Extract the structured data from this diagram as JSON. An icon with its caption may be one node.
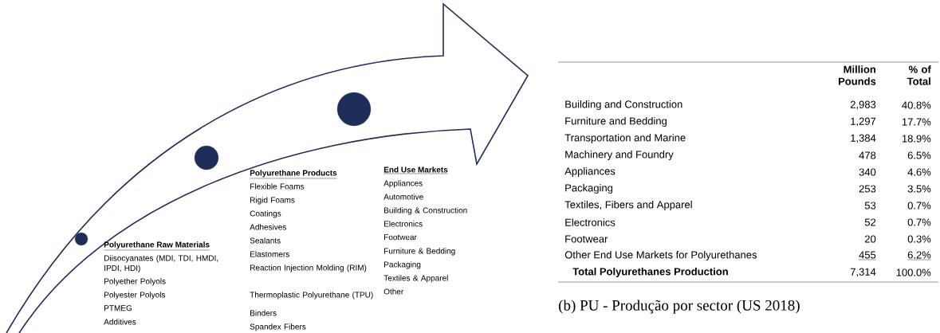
{
  "diagram": {
    "caption": "(b) PU - Produção por sector (US 2018)",
    "nodes": [
      {
        "text": [],
        "shape": "circle"
      },
      {
        "text": [],
        "shape": "circle"
      },
      {
        "text": [],
        "shape": "circle"
      }
    ],
    "labels": [
      "Polyurethane Raw Materials",
      "Diisocyanates (MDI, TDI, HMDI, IPDI, HDI)",
      "Polyether Polyols",
      "Polyester Polyols",
      "PTMEG",
      "Additives",
      "Polyurethane Products",
      "Flexible Foams",
      "Rigid  Foams",
      "Coatings",
      "Adhesives",
      "Sealants",
      "Elastomers",
      "Reaction Injection Molding (RIM)",
      "Thermoplastic Polyurethane (TPU)",
      "Binders",
      "Spandex Fibers",
      "End Use Markets",
      "Appliances",
      "Automotive",
      "Building & Construction",
      "Electronics",
      "Footwear",
      "Furniture & Bedding",
      "Packaging",
      "Textiles & Apparel",
      "Other",
      "Million Pounds",
      "% of Total",
      "Building and Construction",
      "2,983",
      "40.8%",
      "Furniture and Bedding",
      "1,297",
      "17.7%",
      "Transportation and Marine",
      "1,384",
      "18.9%",
      "Machinery and Foundry",
      "478",
      "6.5%",
      "Appliances",
      "340",
      "4.6%",
      "Packaging",
      "253",
      "3.5%",
      "Textiles, Fibers and Apparel",
      "53",
      "0.7%",
      "Electronics",
      "52",
      "0.7%",
      "Footwear",
      "20",
      "0.3%",
      "Other End Use Markets for Polyurethanes",
      "455",
      "6.2%",
      "Total Polyurethanes Production",
      "7,314",
      "100.0%"
    ]
  }
}
